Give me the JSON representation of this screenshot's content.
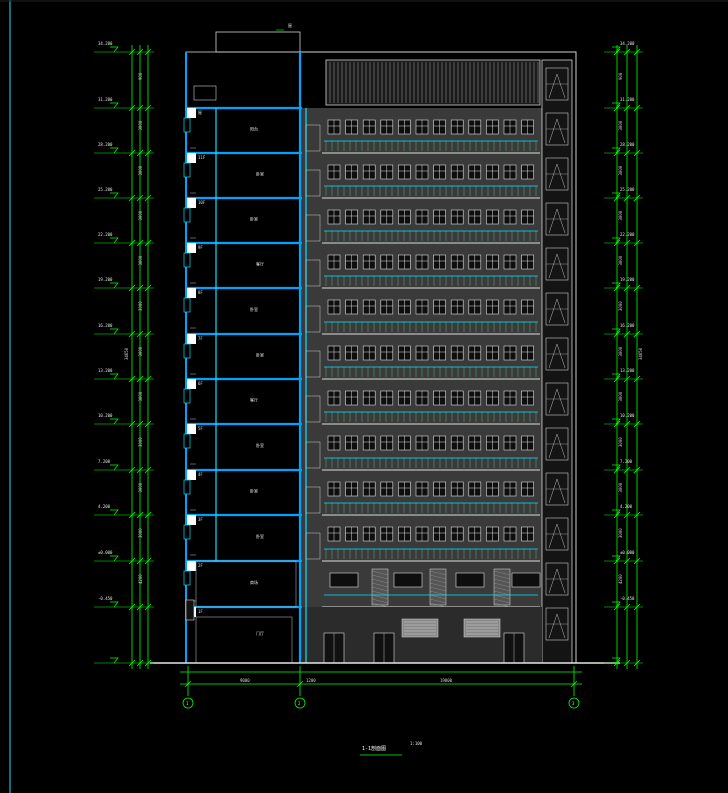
{
  "drawing": {
    "caption": "1-1剖面图",
    "scale": "1:100",
    "top_mark": "屋",
    "colors": {
      "background": "#000000",
      "cut_section": "#00a2ff",
      "cut_section_bright": "#00e5ff",
      "dimension": "#00ff00",
      "outline": "#d0d0d0",
      "fill": "#3a3a3a",
      "wall_fill": "#2e2e2e",
      "border": "#1fb8c8"
    },
    "room_labels": [
      "阳台",
      "卧室",
      "卧室",
      "客厅",
      "卧室",
      "卧室",
      "客厅",
      "卧室",
      "卧室",
      "卧室",
      "商场",
      "门厅"
    ],
    "level_tags": [
      "屋",
      "11F",
      "10F",
      "9F",
      "8F",
      "7F",
      "6F",
      "5F",
      "4F",
      "3F",
      "2F",
      "1F"
    ],
    "left_levels": [
      "34.200",
      "31.200",
      "28.200",
      "25.200",
      "22.200",
      "19.200",
      "16.200",
      "13.200",
      "10.200",
      "7.200",
      "4.200",
      "±0.000",
      "-0.450"
    ],
    "right_levels": [
      "34.200",
      "31.200",
      "28.200",
      "25.200",
      "22.200",
      "19.200",
      "16.200",
      "13.200",
      "10.200",
      "7.200",
      "4.200",
      "±0.000",
      "-0.450"
    ],
    "seg_dims": [
      "900",
      "3000",
      "3000",
      "3000",
      "3000",
      "3000",
      "3000",
      "3000",
      "3000",
      "3000",
      "3000",
      "4200"
    ],
    "total_height": "34650",
    "bottom_dims": [
      "9000",
      "1200",
      "19800"
    ],
    "axis_marks": [
      "1",
      "2",
      "3"
    ]
  }
}
